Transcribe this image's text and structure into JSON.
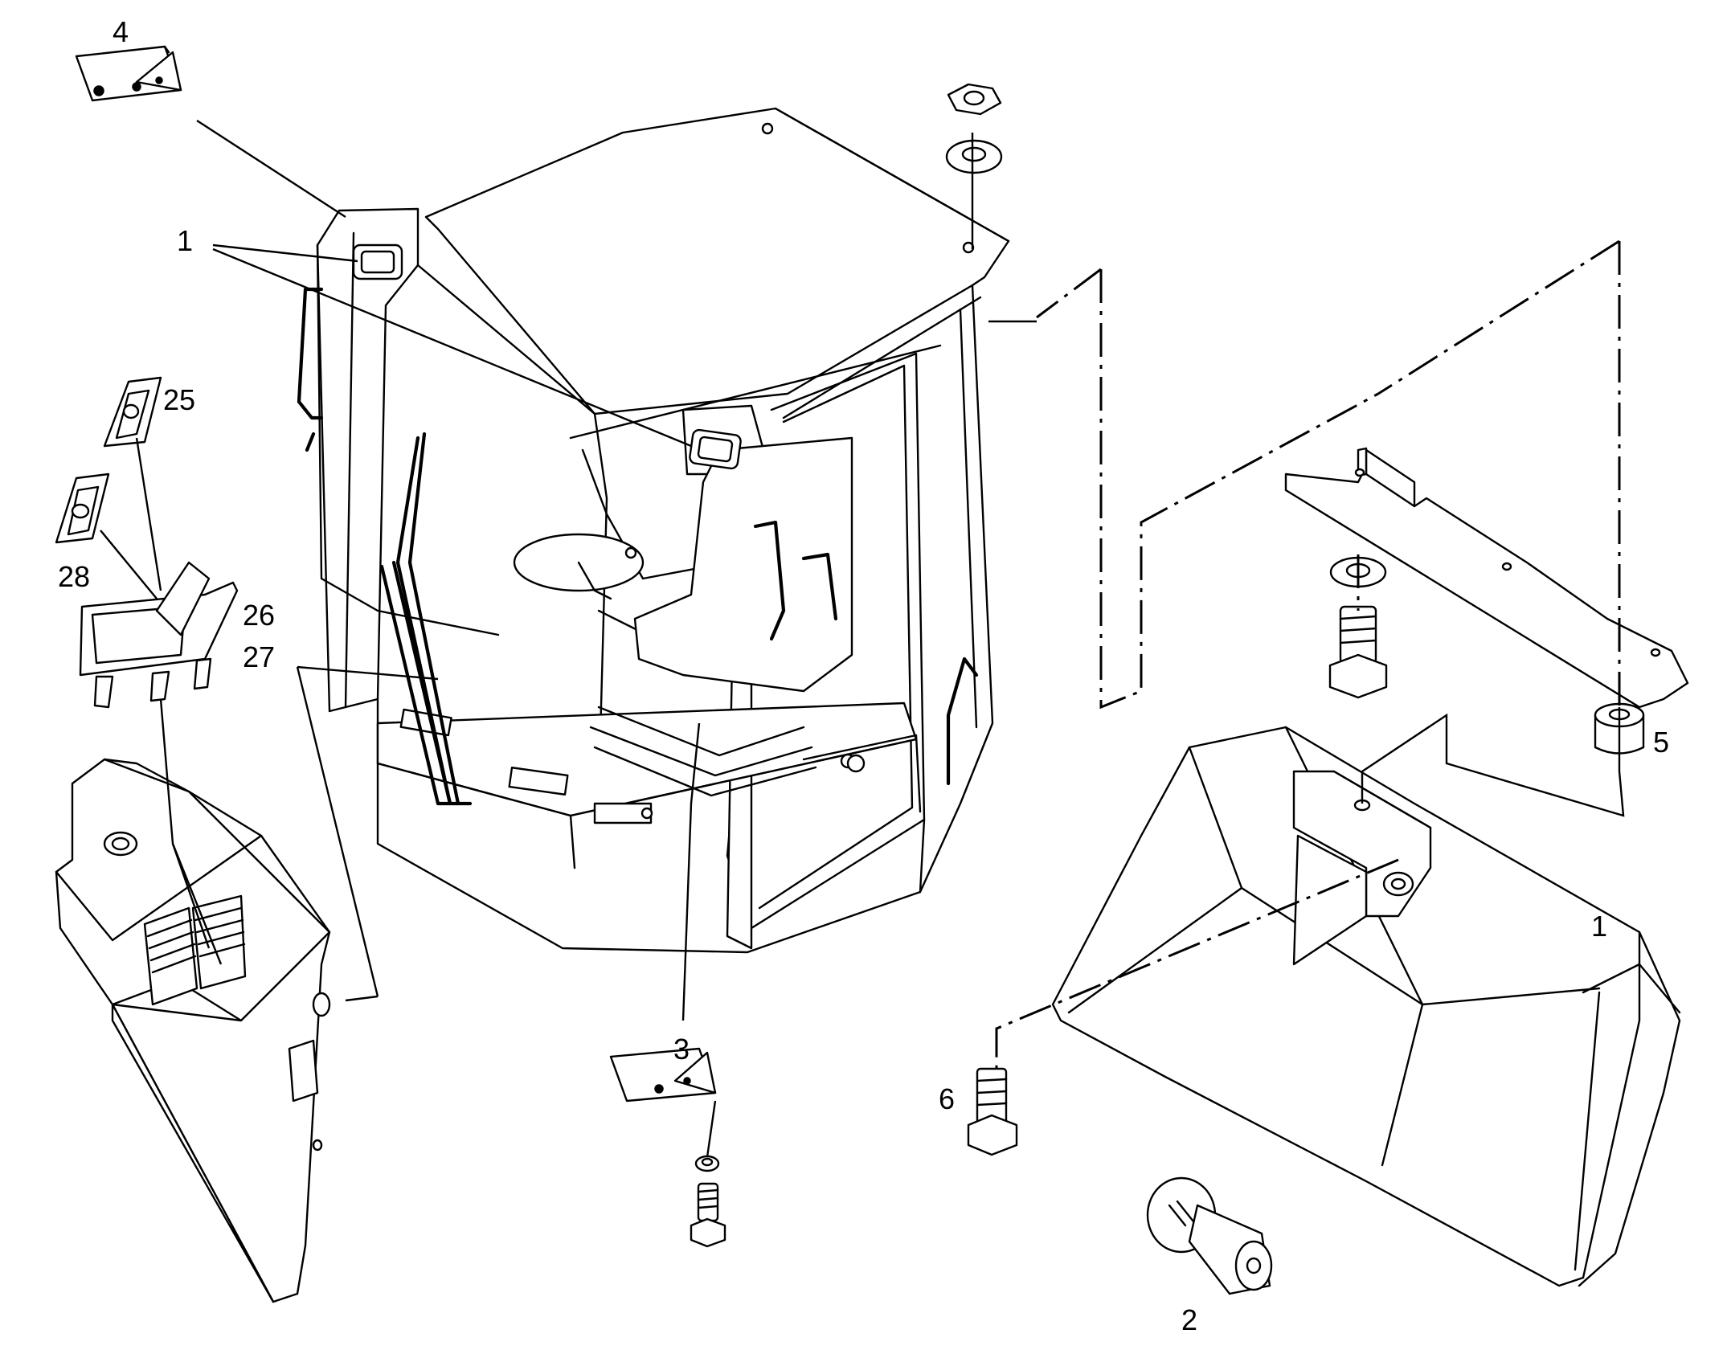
{
  "callouts": {
    "c1a": "1",
    "c1b": "1",
    "c2": "2",
    "c3": "3",
    "c4": "4",
    "c5": "5",
    "c6": "6",
    "c25": "25",
    "c26": "26",
    "c27": "27",
    "c28": "28"
  },
  "colors": {
    "line": "#000000",
    "background": "#ffffff"
  }
}
